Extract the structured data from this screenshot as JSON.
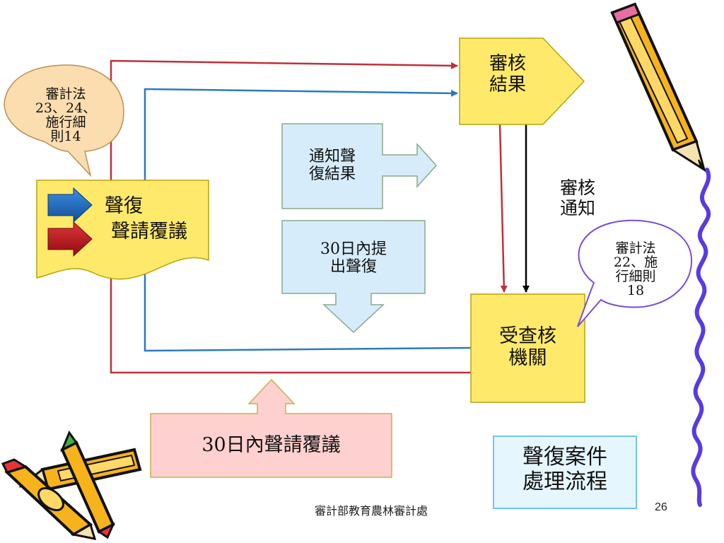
{
  "nodes": {
    "review_result": "審核\n結果",
    "notify_reply_result": "通知聲\n復結果",
    "reply_within_30": "30日內提\n出聲復",
    "reply_request": {
      "line1": "聲復",
      "line2": "聲請覆議"
    },
    "audited_agency": "受查核\n機關",
    "request_within_30": "30日內聲請覆議",
    "review_notice": "審核\n通知",
    "title_box": "聲復案件\n處理流程"
  },
  "callouts": {
    "left": "審計法\n23、24、\n施行細\n則14",
    "right": "審計法\n22、施\n行細則\n18"
  },
  "footer": {
    "org": "審計部教育農林審計處",
    "page": "26"
  },
  "colors": {
    "yellow_box": "#FFE96A",
    "yellow_border": "#B8A30C",
    "blue_box": "#D6ECFA",
    "blue_border": "#8BA88A",
    "pink_box": "#FFD0D0",
    "red_line": "#C0303A",
    "blue_line": "#2C7AC0",
    "black_line": "#000000",
    "callout_left": "#FCDDB0",
    "callout_right": "#FFFFFF",
    "callout_right_border": "#7B4DD8",
    "wavy_line": "#5A3BE0"
  },
  "decorations": [
    "pencil-icon",
    "crayons-icon",
    "wavy-line"
  ]
}
